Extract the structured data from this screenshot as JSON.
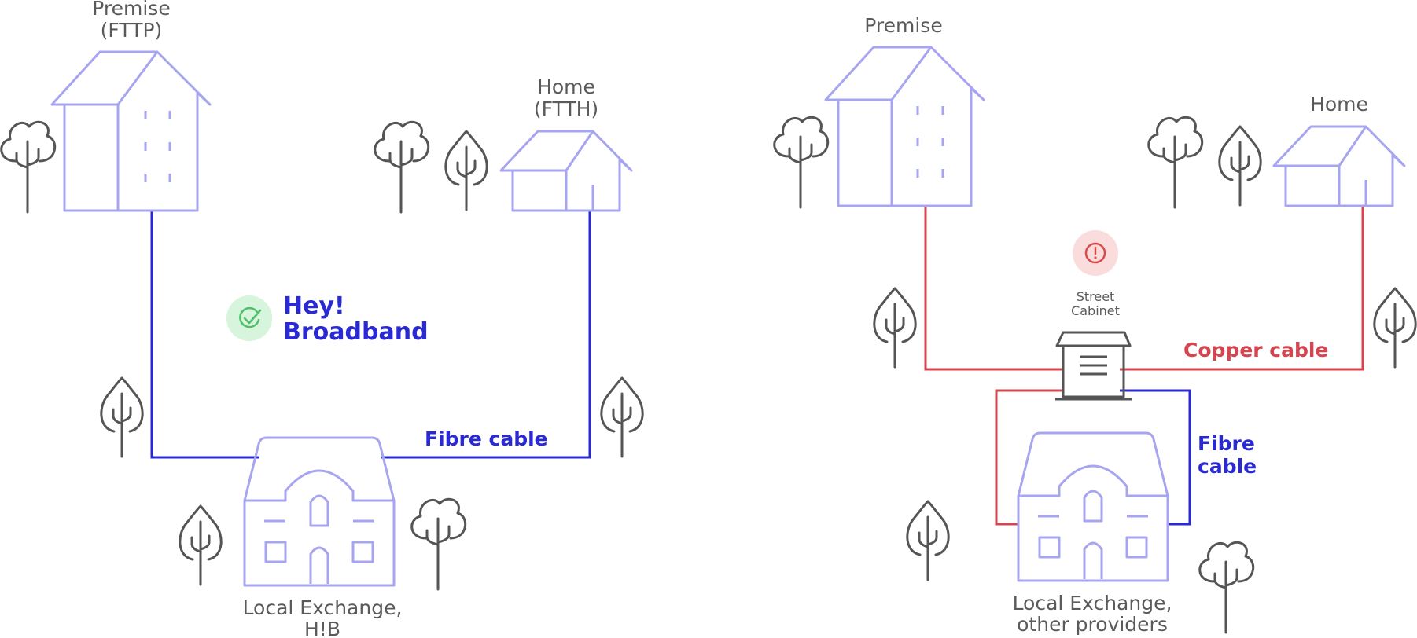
{
  "colors": {
    "building_outline": "#a7a5f0",
    "tree": "#555555",
    "fibre": "#2a2ad4",
    "copper": "#d4454f",
    "check_bg": "#d6f5dc",
    "check": "#4fbf6a",
    "warning_bg": "#fadcdc",
    "warning": "#d94a4a"
  },
  "left": {
    "premise_label_1": "Premise",
    "premise_label_2": "(FTTP)",
    "home_label_1": "Home",
    "home_label_2": "(FTTH)",
    "brand_1": "Hey!",
    "brand_2": "Broadband",
    "fibre_label": "Fibre cable",
    "exchange_label_1": "Local Exchange,",
    "exchange_label_2": "H!B"
  },
  "right": {
    "premise_label": "Premise",
    "home_label": "Home",
    "cabinet_label_1": "Street",
    "cabinet_label_2": "Cabinet",
    "copper_label": "Copper cable",
    "fibre_label_1": "Fibre",
    "fibre_label_2": "cable",
    "exchange_label_1": "Local Exchange,",
    "exchange_label_2": "other providers"
  },
  "icons": {
    "check": "check-circle-icon",
    "warning": "warning-circle-icon",
    "tree_round": "round-tree-icon",
    "tree_pointed": "pointed-tree-icon",
    "building": "apartment-building-icon",
    "house": "house-icon",
    "exchange": "exchange-building-icon",
    "cabinet": "street-cabinet-icon"
  }
}
